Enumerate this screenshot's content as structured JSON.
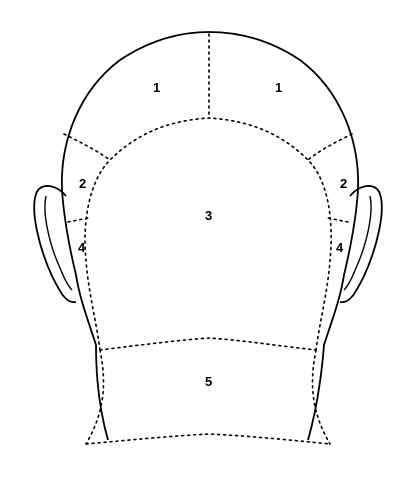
{
  "diagram": {
    "line_color": "#000000",
    "background": "#ffffff",
    "labels": {
      "left_upper": "1",
      "right_upper": "1",
      "left_side": "2",
      "right_side": "2",
      "center": "3",
      "left_lower": "4",
      "right_lower": "4",
      "neck": "5"
    }
  }
}
